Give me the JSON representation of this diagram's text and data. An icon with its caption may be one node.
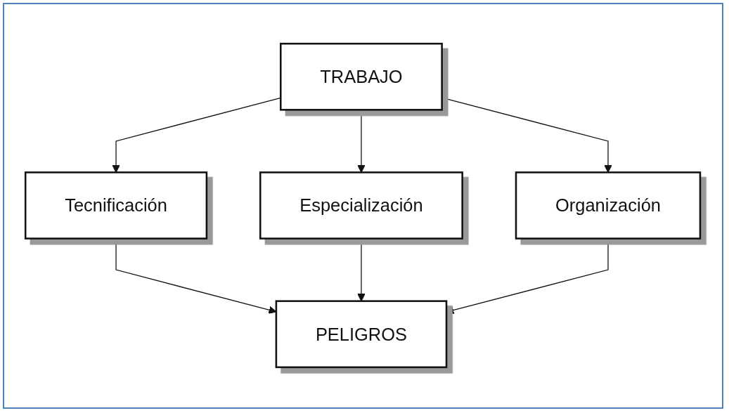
{
  "diagram": {
    "nodes": [
      {
        "text": [
          "TRABAJO"
        ]
      },
      {
        "text": [
          "Tecnificación"
        ]
      },
      {
        "text": [
          "Especialización"
        ]
      },
      {
        "text": [
          "Organización"
        ]
      },
      {
        "text": [
          "PELIGROS"
        ]
      }
    ],
    "edges": [
      {
        "from": 0,
        "to": 1,
        "arrow": "to"
      },
      {
        "from": 0,
        "to": 2,
        "arrow": "to"
      },
      {
        "from": 0,
        "to": 3,
        "arrow": "to"
      },
      {
        "from": 1,
        "to": 4,
        "arrow": "to"
      },
      {
        "from": 2,
        "to": 4,
        "arrow": "to"
      },
      {
        "from": 3,
        "to": 4,
        "arrow": "to"
      }
    ]
  }
}
